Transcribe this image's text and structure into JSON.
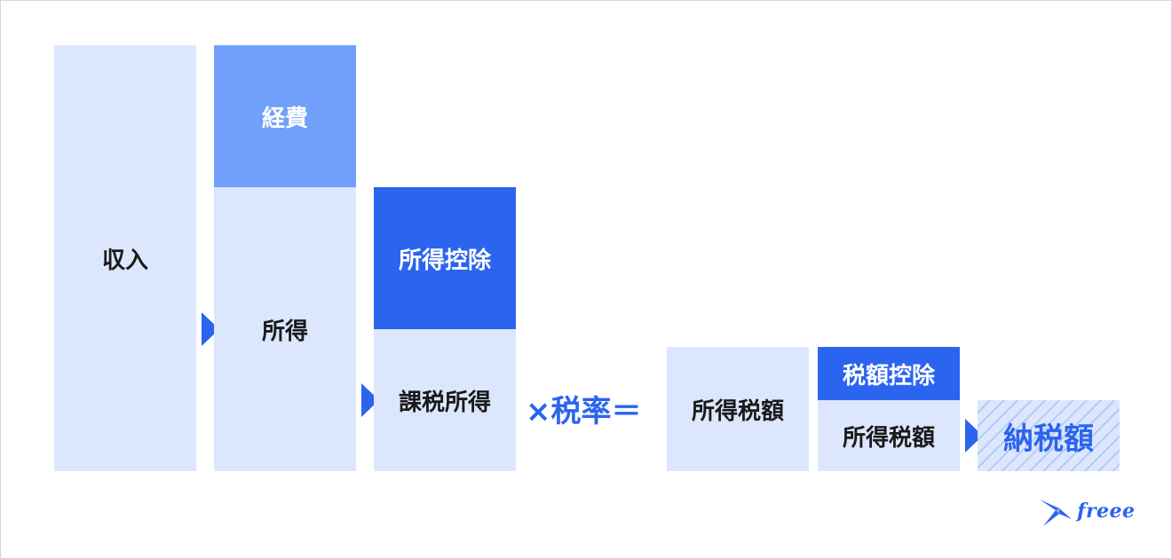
{
  "diagram": {
    "income": "収入",
    "expenses": "経費",
    "earnings": "所得",
    "income_deduction": "所得控除",
    "taxable_income": "課税所得",
    "multiply_rate": "×税率＝",
    "income_tax": "所得税額",
    "tax_credit": "税額控除",
    "income_tax_after": "所得税額",
    "tax_payable": "納税額"
  },
  "logo": {
    "text": "freee"
  },
  "colors": {
    "light": "#dce7fd",
    "mid": "#70a0fa",
    "dark": "#2b64ef",
    "accent": "#2b64ef"
  }
}
